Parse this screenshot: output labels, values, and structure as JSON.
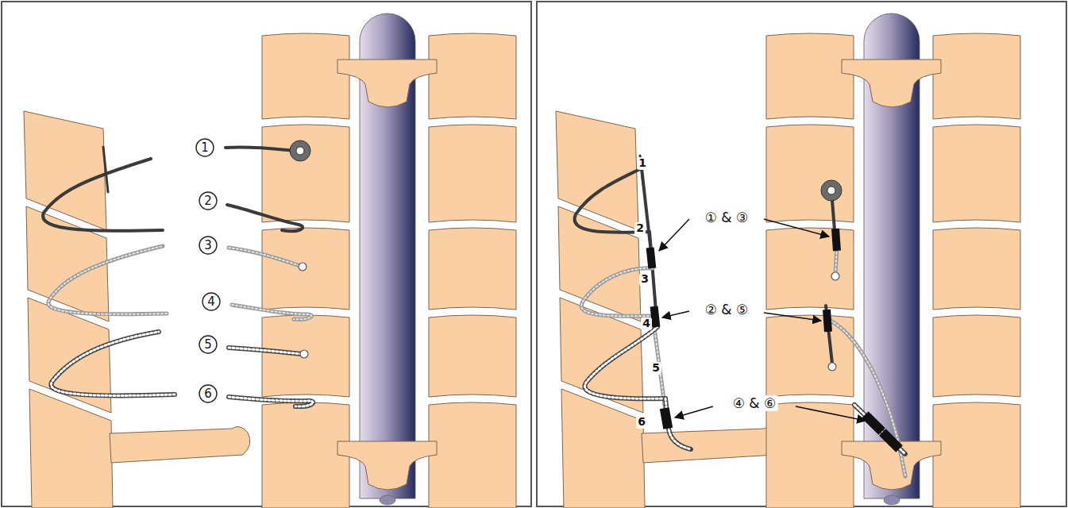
{
  "diagram": {
    "nodes": [
      {
        "text": [
          "1"
        ]
      },
      {
        "text": [
          "2"
        ]
      },
      {
        "text": [
          "3"
        ]
      },
      {
        "text": [
          "4"
        ]
      },
      {
        "text": [
          "5"
        ]
      },
      {
        "text": [
          "6"
        ]
      }
    ],
    "labels": [
      "1",
      "2",
      "3",
      "4",
      "5",
      "6",
      "① & ③",
      "② & ⑤",
      "④ & ⑥"
    ]
  }
}
